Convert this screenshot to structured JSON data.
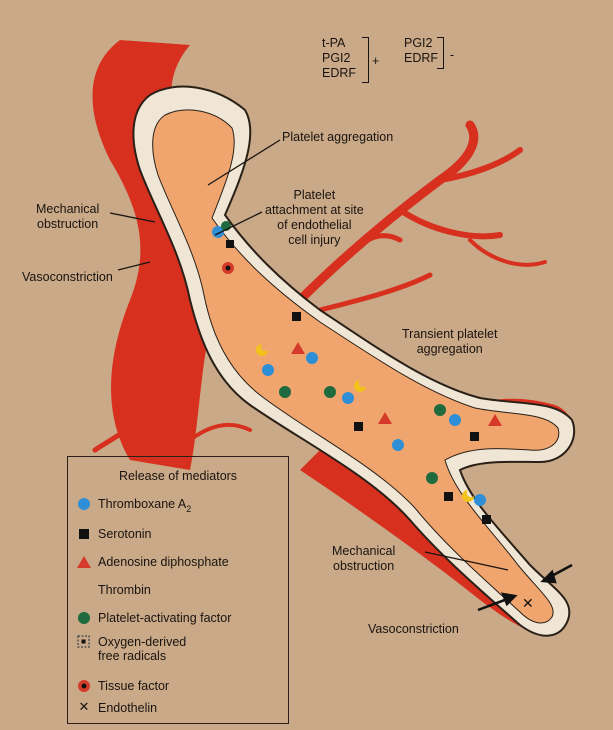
{
  "formulas": {
    "left": [
      "t-PA",
      "PGI2",
      "EDRF"
    ],
    "left_sign": "+",
    "right": [
      "PGI2",
      "EDRF"
    ],
    "right_sign": "-"
  },
  "labels": {
    "platelet_aggregation": "Platelet aggregation",
    "platelet_attachment": [
      "Platelet",
      "attachment at site",
      "of endothelial",
      "cell injury"
    ],
    "mechanical_obstruction_top": [
      "Mechanical",
      "obstruction"
    ],
    "vasoconstriction_top": "Vasoconstriction",
    "transient_aggregation": [
      "Transient platelet",
      "aggregation"
    ],
    "mechanical_obstruction_bottom": [
      "Mechanical",
      "obstruction"
    ],
    "vasoconstriction_bottom": "Vasoconstriction"
  },
  "legend": {
    "title": "Release of mediators",
    "items": [
      {
        "label": "Thromboxane A",
        "subscript": "2",
        "symbol": "blue-circle-icon"
      },
      {
        "label": "Serotonin",
        "symbol": "black-square-icon"
      },
      {
        "label": "Adenosine diphosphate",
        "symbol": "red-triangle-icon"
      },
      {
        "label": "Thrombin",
        "symbol": "yellow-crescent-icon"
      },
      {
        "label": "Platelet-activating factor",
        "symbol": "green-circle-icon"
      },
      {
        "label": "Oxygen-derived\nfree radicals",
        "symbol": "dotted-square-icon"
      },
      {
        "label": "Tissue factor",
        "symbol": "red-ring-icon"
      },
      {
        "label": "Endothelin",
        "symbol": "black-x-icon"
      }
    ]
  },
  "colors": {
    "background": "#c9a987",
    "vessel_red": "#d8301e",
    "lumen": "#f1a56e",
    "wall": "#efe6d6",
    "thromboxane": "#2f8fd6",
    "serotonin": "#111111",
    "adp": "#d63a2a",
    "thrombin": "#f3c21a",
    "paf": "#1f6a3e"
  }
}
